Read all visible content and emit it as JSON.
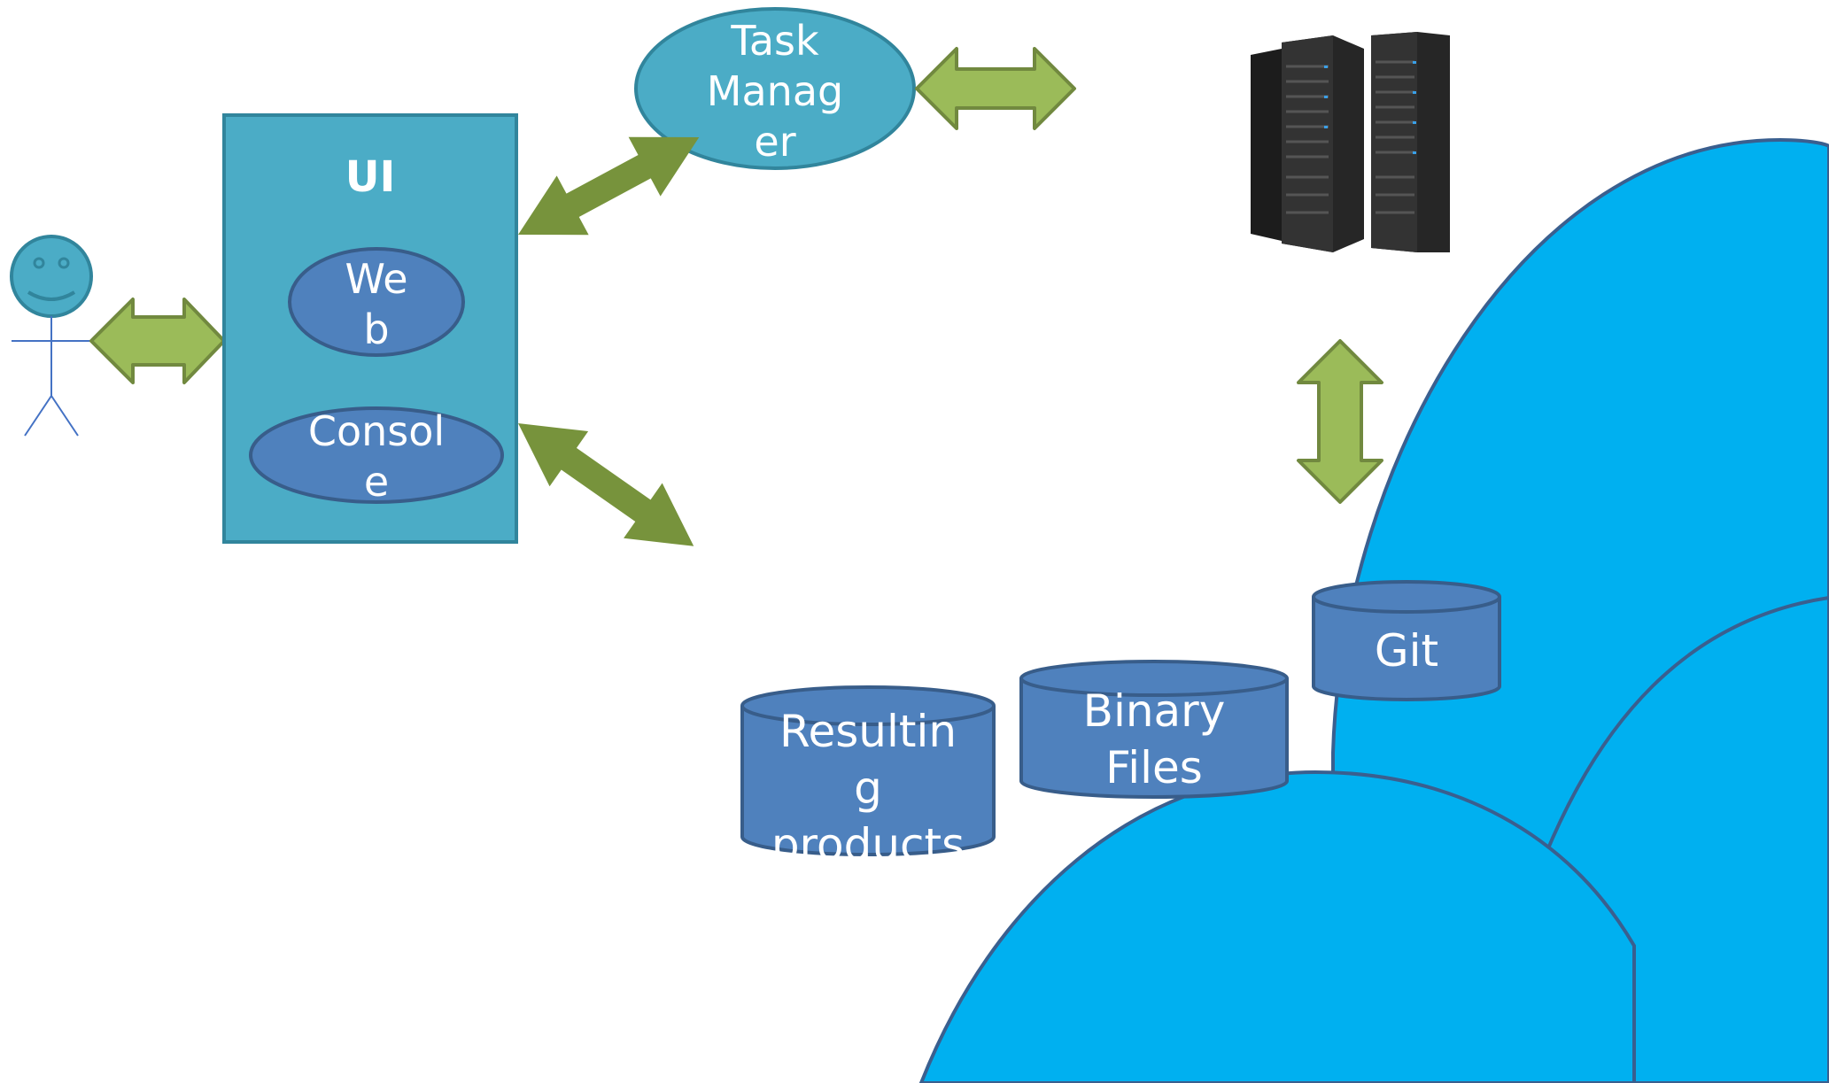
{
  "labels": {
    "ui_title": "UI",
    "web": [
      "We",
      "b"
    ],
    "console": [
      "Consol",
      "e"
    ],
    "task_manager": [
      "Task",
      "Manag",
      "er"
    ],
    "resulting_products": [
      "Resultin",
      "g",
      "products"
    ],
    "binary_files": [
      "Binary",
      "Files"
    ],
    "git": "Git"
  },
  "colors": {
    "ui_box": "#4BACC6",
    "ui_border": "#31859C",
    "ellipse_blue": "#4F81BD",
    "ellipse_border": "#385D8A",
    "arrow_light": "#9BBB59",
    "arrow_light_border": "#71893F",
    "arrow_dark": "#77933C",
    "cloud": "#00B0F0",
    "cloud_border": "#3A5F8F",
    "actor": "#4BACC6",
    "actor_line": "#4472C4"
  },
  "icons": {
    "actor": "stick-figure-icon",
    "server": "server-rack-icon"
  }
}
